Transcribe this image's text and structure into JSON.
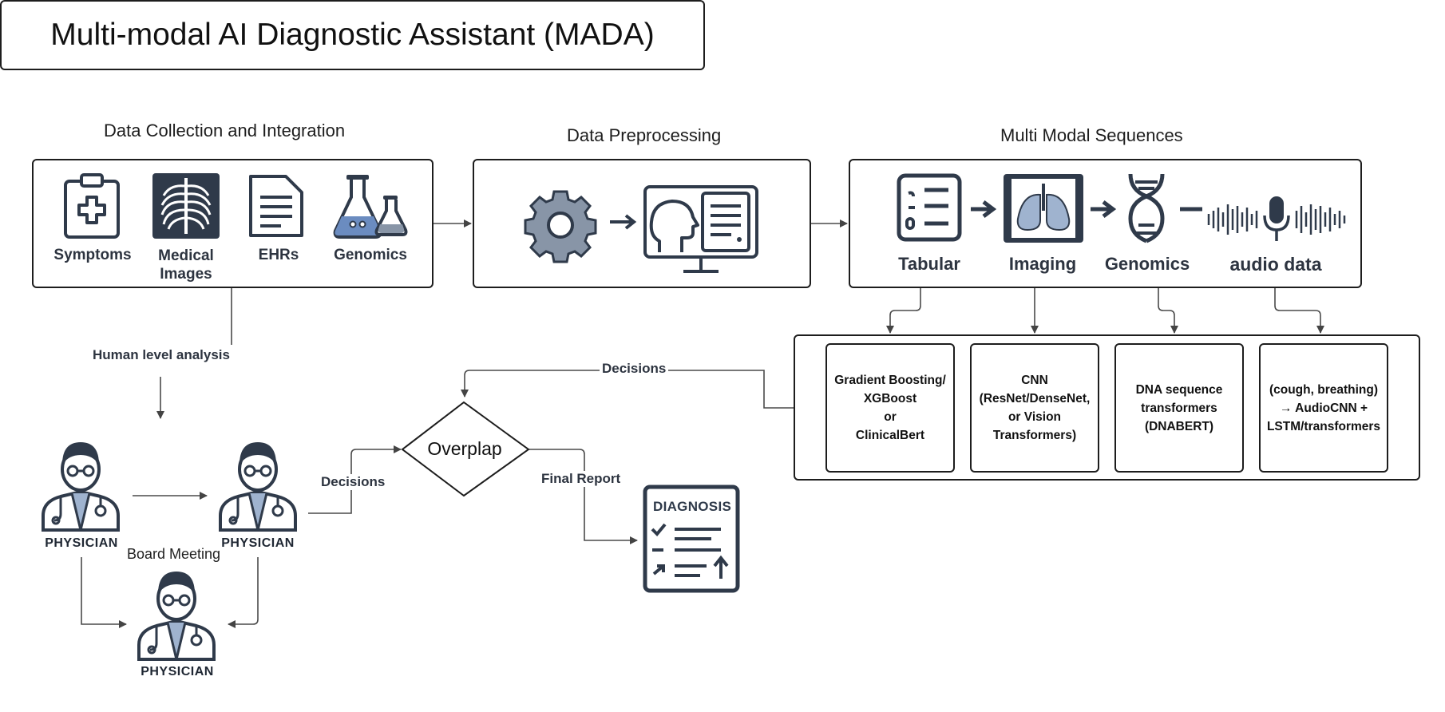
{
  "title": "Multi-modal AI Diagnostic Assistant (MADA)",
  "sections": {
    "collection": "Data Collection and Integration",
    "preprocessing": "Data Preprocessing",
    "sequences": "Multi Modal Sequences"
  },
  "collection_items": [
    {
      "label": "Symptoms",
      "icon": "clipboard-medical-icon"
    },
    {
      "label": "Medical\nImages",
      "icon": "xray-ribcage-icon"
    },
    {
      "label": "EHRs",
      "icon": "document-icon"
    },
    {
      "label": "Genomics",
      "icon": "lab-flask-icon"
    }
  ],
  "modalities": [
    "Tabular",
    "Imaging",
    "Genomics",
    "audio data"
  ],
  "models": [
    "Gradient Boosting/\nXGBoost\nor\nClinicalBert",
    "CNN\n(ResNet/DenseNet,\nor Vision\nTransformers)",
    "DNA sequence\ntransformers\n(DNABERT)",
    "(cough, breathing)\n→ AudioCNN +\nLSTM/transformers"
  ],
  "edges": {
    "human_analysis": "Human level analysis",
    "decisions_top": "Decisions",
    "decisions_left": "Decisions",
    "final_report": "Final Report",
    "board_meeting": "Board Meeting"
  },
  "physician_label": "PHYSICIAN",
  "decision_node": "Overplap",
  "report_heading": "DIAGNOSIS",
  "colors": {
    "icon_dark": "#2f3a4a",
    "icon_blue": "#6b8cc0",
    "icon_grey": "#8895a7",
    "stroke": "#1d1d1d"
  }
}
